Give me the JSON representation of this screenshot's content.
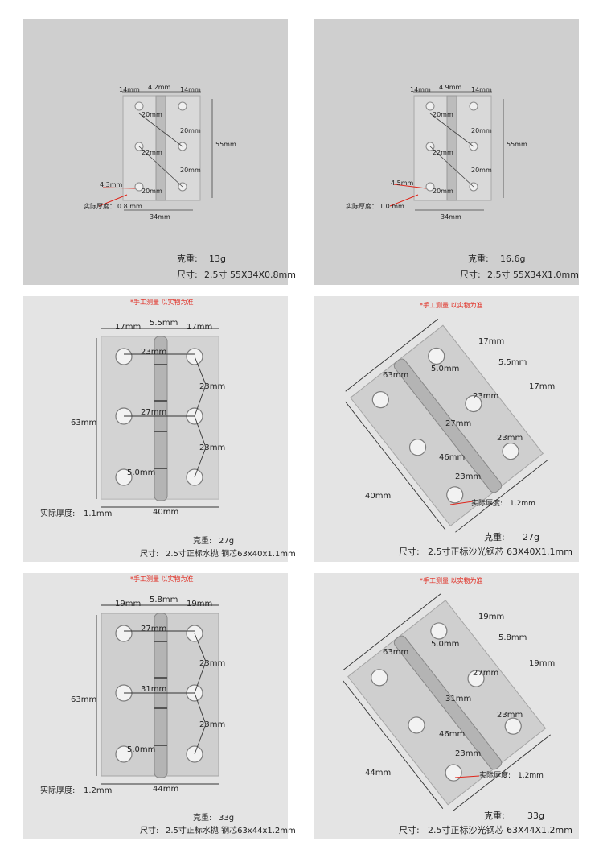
{
  "panels": [
    {
      "dims": {
        "left": "14mm",
        "center": "4.2mm",
        "right": "14mm",
        "a": "20mm",
        "b": "20mm",
        "c": "22mm",
        "d": "20mm",
        "e": "20mm",
        "height": "55mm",
        "width": "34mm",
        "hole": "4.3mm"
      },
      "thickness_label": "实际厚度：",
      "thickness_value": "0.8 mm",
      "weight_label": "克重:",
      "weight_value": "13g",
      "size_label": "尺寸:",
      "size_value": "2.5寸 55X34X0.8mm"
    },
    {
      "dims": {
        "left": "14mm",
        "center": "4.9mm",
        "right": "14mm",
        "a": "20mm",
        "b": "20mm",
        "c": "22mm",
        "d": "20mm",
        "e": "20mm",
        "height": "55mm",
        "width": "34mm",
        "hole": "4.5mm"
      },
      "thickness_label": "实际厚度：",
      "thickness_value": "1.0 mm",
      "weight_label": "克重:",
      "weight_value": "16.6g",
      "size_label": "尺寸:",
      "size_value": "2.5寸 55X34X1.0mm"
    },
    {
      "note": "*手工测量 以实物为准",
      "dims": {
        "left": "17mm",
        "center": "5.5mm",
        "right": "17mm",
        "a": "23mm",
        "b": "23mm",
        "c": "27mm",
        "d": "23mm",
        "height": "63mm",
        "width": "40mm",
        "hole": "5.0mm"
      },
      "thickness_label": "实际厚度:",
      "thickness_value": "1.1mm",
      "weight_label": "克重:",
      "weight_value": "27g",
      "size_label": "尺寸:",
      "size_value": "2.5寸正标水抛 钢芯63x40x1.1mm"
    },
    {
      "note": "*手工测量 以实物为准",
      "dims": {
        "left": "17mm",
        "center": "5.5mm",
        "right": "17mm",
        "a": "23mm",
        "b": "23mm",
        "c": "27mm",
        "d": "46mm",
        "e": "23mm",
        "height": "63mm",
        "width": "40mm",
        "hole": "5.0mm"
      },
      "thickness_label": "实际厚度:",
      "thickness_value": "1.2mm",
      "weight_label": "克重:",
      "weight_value": "27g",
      "size_label": "尺寸:",
      "size_value": "2.5寸正标沙光钢芯 63X40X1.1mm"
    },
    {
      "note": "*手工测量 以实物为准",
      "dims": {
        "left": "19mm",
        "center": "5.8mm",
        "right": "19mm",
        "a": "27mm",
        "b": "23mm",
        "c": "31mm",
        "d": "23mm",
        "height": "63mm",
        "width": "44mm",
        "hole": "5.0mm"
      },
      "thickness_label": "实际厚度:",
      "thickness_value": "1.2mm",
      "weight_label": "克重:",
      "weight_value": "33g",
      "size_label": "尺寸:",
      "size_value": "2.5寸正标水抛 钢芯63x44x1.2mm"
    },
    {
      "note": "*手工测量 以实物为准",
      "dims": {
        "left": "19mm",
        "center": "5.8mm",
        "right": "19mm",
        "a": "27mm",
        "b": "23mm",
        "c": "31mm",
        "d": "46mm",
        "e": "23mm",
        "height": "63mm",
        "width": "44mm",
        "hole": "5.0mm"
      },
      "thickness_label": "实际厚度:",
      "thickness_value": "1.2mm",
      "weight_label": "克重:",
      "weight_value": "33g",
      "size_label": "尺寸:",
      "size_value": "2.5寸正标沙光钢芯 63X44X1.2mm"
    }
  ]
}
